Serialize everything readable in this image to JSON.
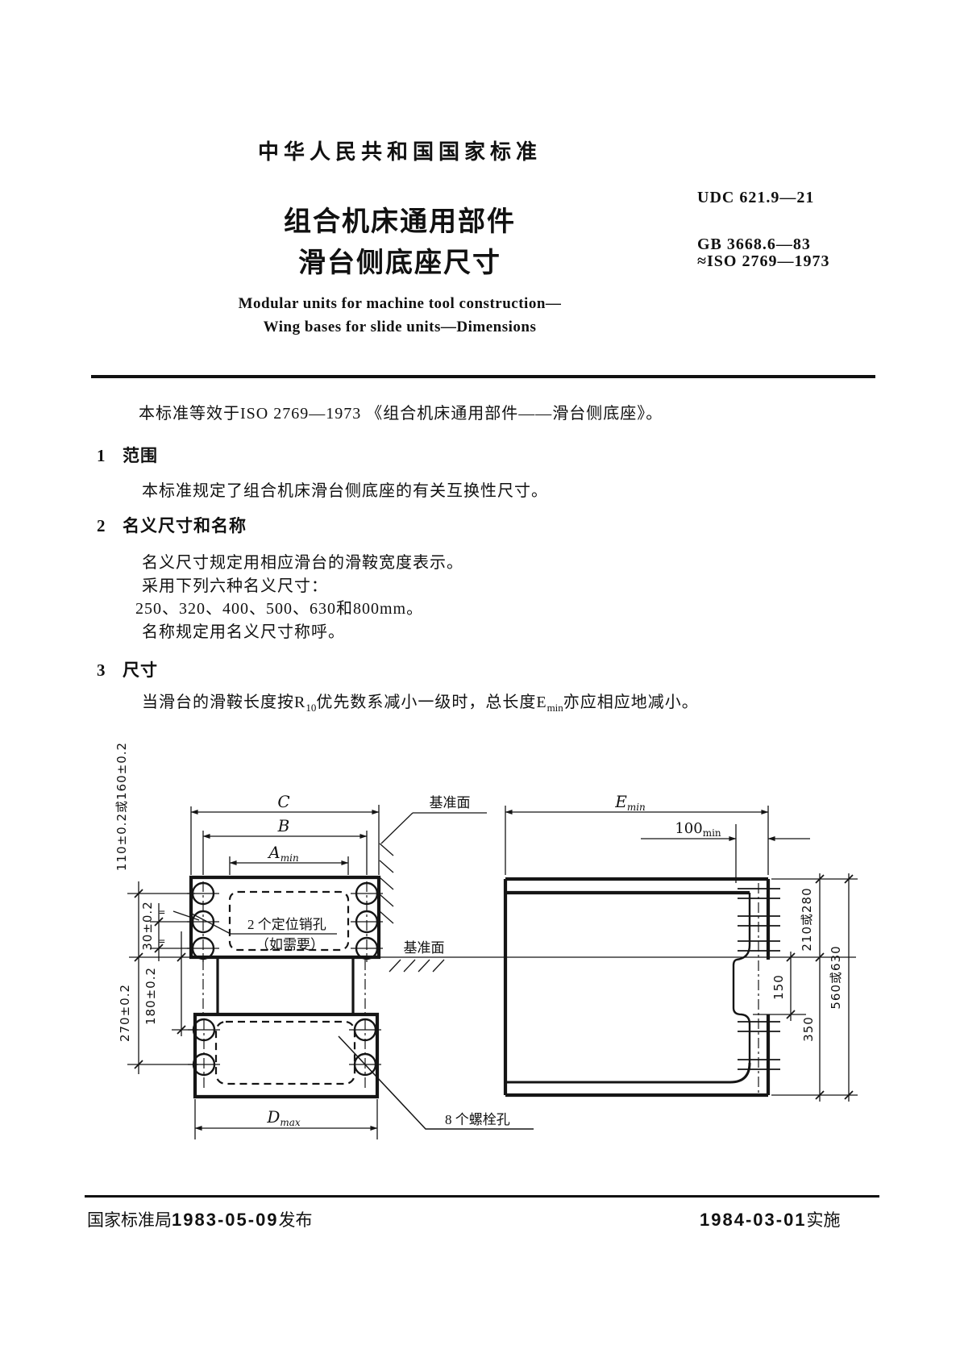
{
  "doc": {
    "national_standard": "中华人民共和国国家标准",
    "title_cn_1": "组合机床通用部件",
    "title_cn_2": "滑台侧底座尺寸",
    "title_en_1": "Modular units for machine tool construction—",
    "title_en_2": "Wing bases for slide units—Dimensions",
    "udc": "UDC 621.9—21",
    "gb_code": "GB 3668.6—83",
    "iso_ref": "≈ISO 2769—1973",
    "intro": "本标准等效于ISO 2769—1973 《组合机床通用部件——滑台侧底座》。",
    "sec1_no": "1",
    "sec1_title": "范围",
    "sec1_p1": "本标准规定了组合机床滑台侧底座的有关互换性尺寸。",
    "sec2_no": "2",
    "sec2_title": "名义尺寸和名称",
    "sec2_p1": "名义尺寸规定用相应滑台的滑鞍宽度表示。",
    "sec2_p2": "采用下列六种名义尺寸：",
    "sec2_p3": "250、320、400、500、630和800mm。",
    "sec2_p4": "名称规定用名义尺寸称呼。",
    "sec3_no": "3",
    "sec3_title": "尺寸",
    "sec3_p1_a": "当滑台的滑鞍长度按R",
    "sec3_p1_a_sub": "10",
    "sec3_p1_b": "优先数系减小一级时，总长度E",
    "sec3_p1_b_sub": "min",
    "sec3_p1_c": "亦应相应地减小。",
    "footer_left_org": "国家标准局",
    "footer_left_date": "1983-05-09",
    "footer_left_verb": "发布",
    "footer_right_date": "1984-03-01",
    "footer_right_verb": "实施"
  },
  "diagram": {
    "dim_c": "C",
    "dim_b": "B",
    "dim_a": "A",
    "sub_min": "min",
    "sub_max": "max",
    "datum_label": "基准面",
    "pin_note_1": "2 个定位销孔",
    "pin_note_2": "（如需要）",
    "bolt_note": "8 个螺栓孔",
    "dim_110": "110±0.2或160±0.2",
    "dim_30": "30±0.2",
    "eq_mark": "=",
    "dim_270": "270±0.2",
    "dim_180": "180±0.2",
    "dim_d": "D",
    "dim_e": "E",
    "dim_100": "100",
    "dim_210": "210或280",
    "dim_150": "150",
    "dim_350": "350",
    "dim_560": "560或630"
  },
  "colors": {
    "ink": "#151515",
    "paper": "#ffffff"
  }
}
